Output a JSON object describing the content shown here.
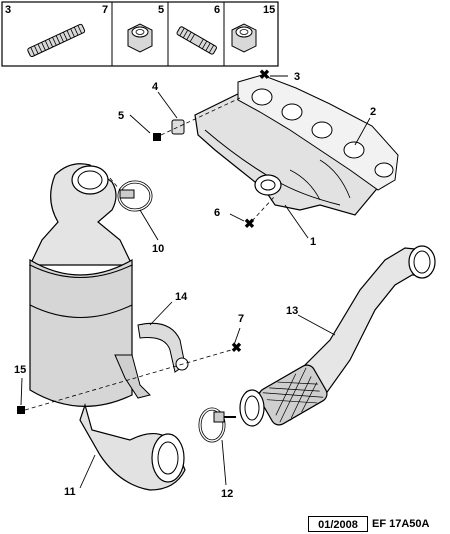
{
  "legend_boxes": [
    "3",
    "7",
    "5",
    "6",
    "15"
  ],
  "callouts": {
    "c1": "1",
    "c2": "2",
    "c3": "3",
    "c4": "4",
    "c5": "5",
    "c6": "6",
    "c7": "7",
    "c10": "10",
    "c11": "11",
    "c12": "12",
    "c13": "13",
    "c14": "14",
    "c15": "15"
  },
  "footer": {
    "date": "01/2008",
    "ref": "EF 17A50A"
  }
}
